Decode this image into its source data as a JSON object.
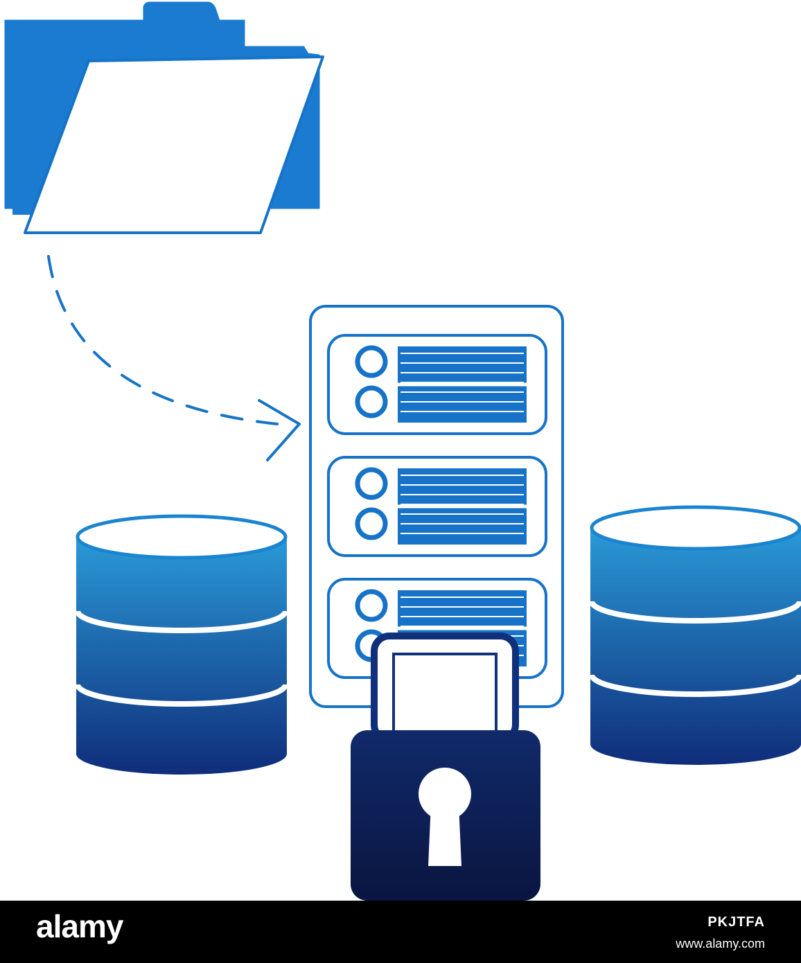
{
  "icons": {
    "folder": "folder-icon",
    "transfer_arrow": "dashed-arrow-icon",
    "server": "server-rack-icon",
    "database_left": "database-icon",
    "database_right": "database-icon",
    "lock": "padlock-icon"
  },
  "colors": {
    "accent": "#1673c7",
    "light_blue": "#2a9ad8",
    "dark_navy": "#0a1a4d",
    "background": "#ffffff",
    "footer": "#000000"
  },
  "footer": {
    "brand": "alamy",
    "image_id": "PKJTFA",
    "url": "www.alamy.com"
  }
}
